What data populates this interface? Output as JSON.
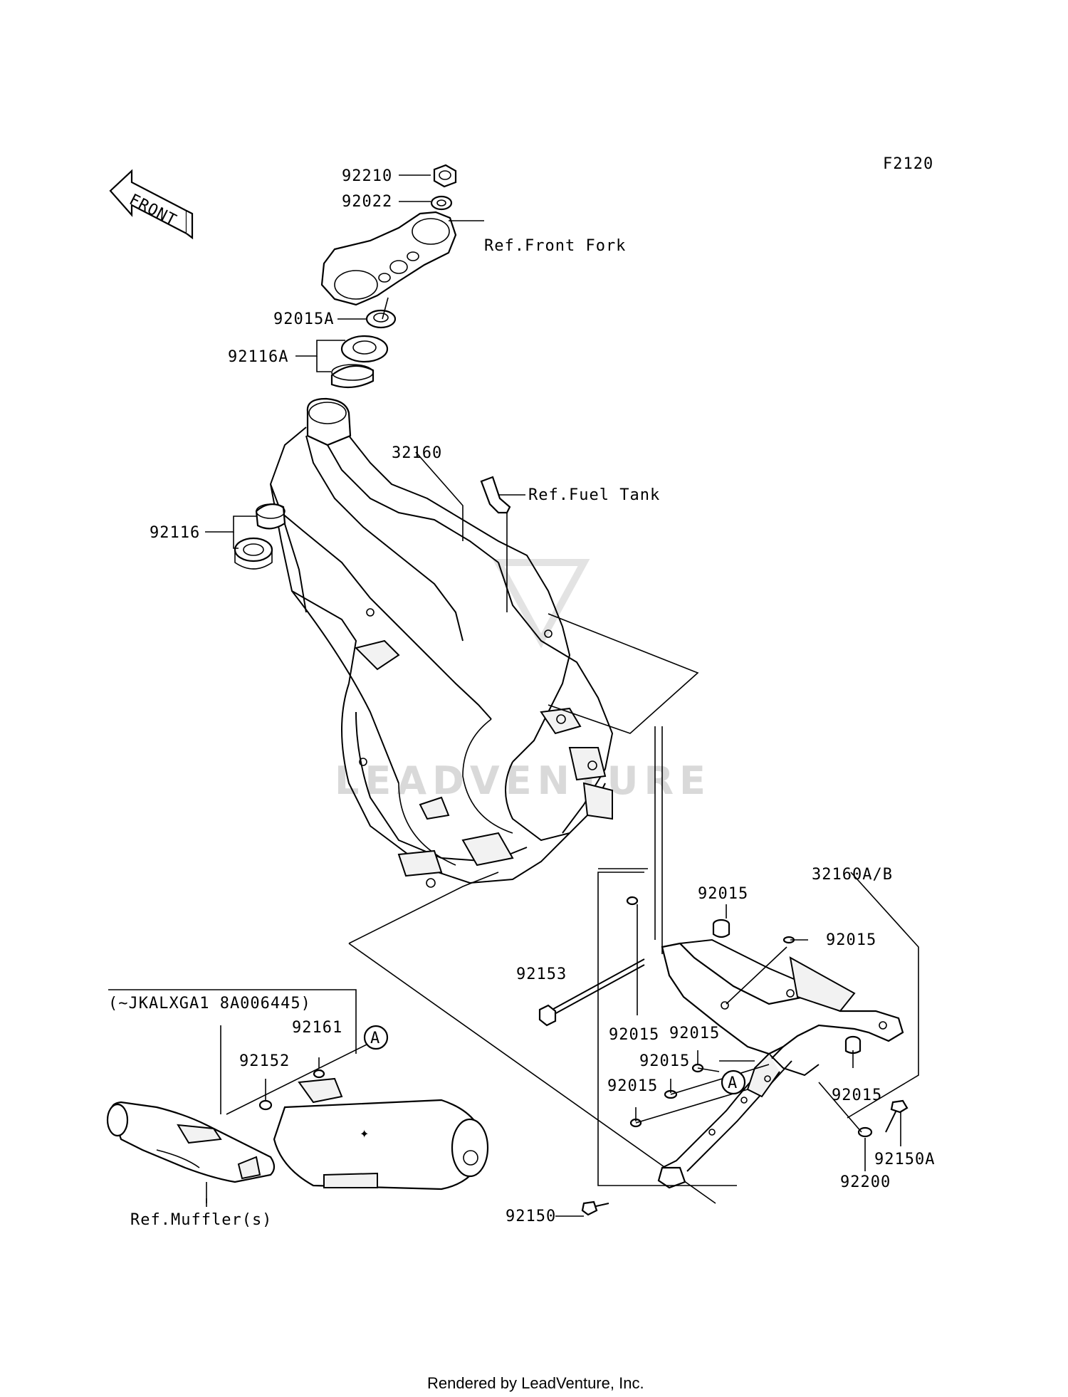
{
  "figure_code": "F2120",
  "front_arrow_label": "FRONT",
  "watermark": "LEADVENTURE",
  "footer": "Rendered by LeadVenture, Inc.",
  "serial_note": "(~JKALXGA1 8A006445)",
  "ref_marker": "A",
  "labels": {
    "p92210": "92210",
    "p92022": "92022",
    "ref_front_fork": "Ref.Front Fork",
    "p92015A": "92015A",
    "p92116A": "92116A",
    "p32160": "32160",
    "ref_fuel_tank": "Ref.Fuel Tank",
    "p92116": "92116",
    "p32160AB": "32160A/B",
    "p92015_a": "92015",
    "p92015_b": "92015",
    "p92153": "92153",
    "p92015_c": "92015",
    "p92015_d": "92015",
    "p92015_e": "92015",
    "p92015_f": "92015",
    "p92015_g": "92015",
    "p92150A": "92150A",
    "p92200": "92200",
    "p92150": "92150",
    "p92161": "92161",
    "p92152": "92152",
    "ref_muffler": "Ref.Muffler(s)"
  }
}
